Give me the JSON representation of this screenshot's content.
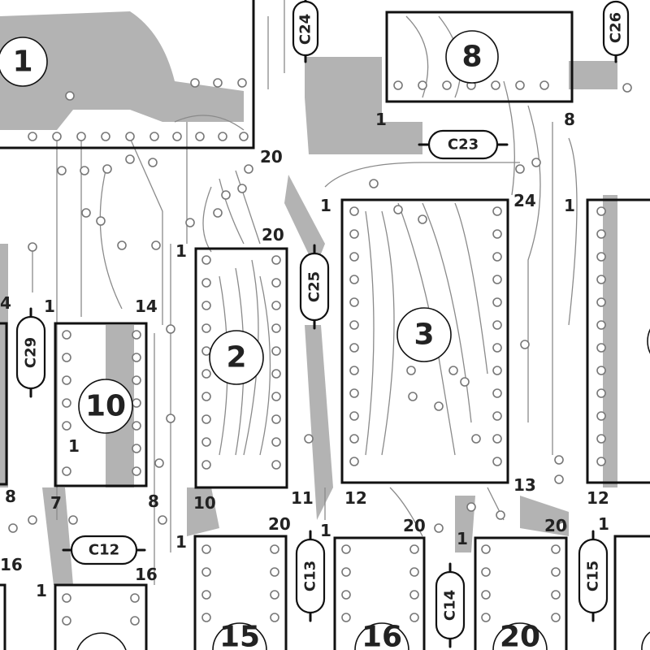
{
  "chips": [
    {
      "id": "1",
      "label": "1"
    },
    {
      "id": "2",
      "label": "2"
    },
    {
      "id": "3",
      "label": "3"
    },
    {
      "id": "8",
      "label": "8"
    },
    {
      "id": "10",
      "label": "10"
    },
    {
      "id": "15",
      "label": "15"
    },
    {
      "id": "16",
      "label": "16"
    },
    {
      "id": "20",
      "label": "20"
    }
  ],
  "capacitors": [
    {
      "id": "C24",
      "label": "C24"
    },
    {
      "id": "C26",
      "label": "C26"
    },
    {
      "id": "C23",
      "label": "C23"
    },
    {
      "id": "C25",
      "label": "C25"
    },
    {
      "id": "C29",
      "label": "C29"
    },
    {
      "id": "C12",
      "label": "C12"
    },
    {
      "id": "C13",
      "label": "C13"
    },
    {
      "id": "C14",
      "label": "C14"
    },
    {
      "id": "C15",
      "label": "C15"
    }
  ],
  "pin_labels": [
    "20",
    "1",
    "20",
    "1",
    "24",
    "1",
    "14",
    "1",
    "4",
    "1",
    "8",
    "7",
    "8",
    "10",
    "11",
    "12",
    "13",
    "12",
    "1",
    "20",
    "1",
    "20",
    "1",
    "20",
    "1",
    "16",
    "1",
    "16",
    "8",
    "1"
  ]
}
